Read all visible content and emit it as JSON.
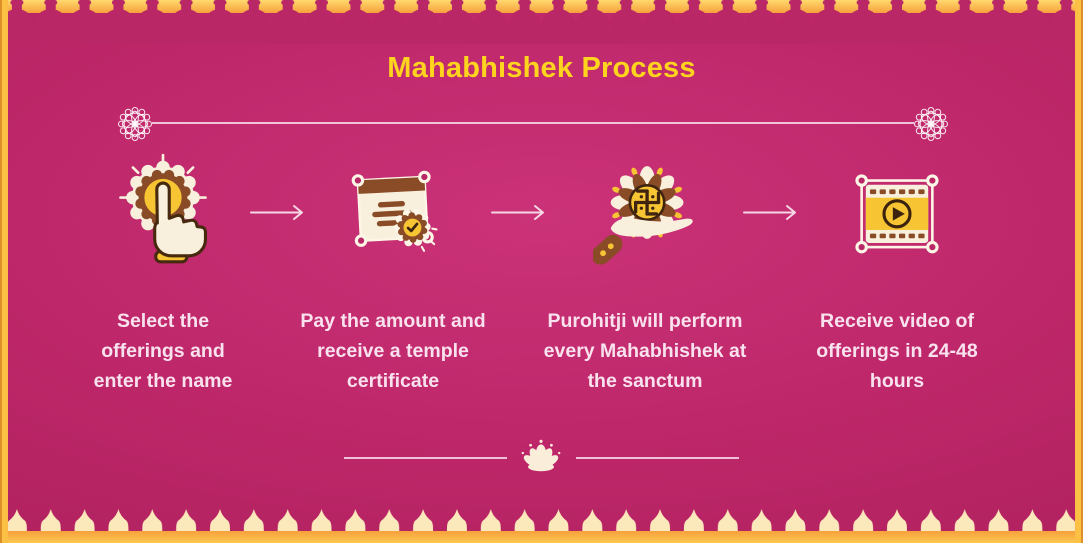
{
  "header": {
    "title": "Mahabhishek Process"
  },
  "steps": [
    {
      "icon": "tap-offering-icon",
      "caption": "Select the offerings and enter the name"
    },
    {
      "icon": "certificate-icon",
      "caption": "Pay the amount and receive a temple certificate"
    },
    {
      "icon": "purohit-offering-hand-icon",
      "caption": "Purohitji will perform every Mahabhishek at the sanctum"
    },
    {
      "icon": "video-reel-icon",
      "caption": "Receive video of offerings in 24-48 hours"
    }
  ],
  "decorations": {
    "top_border": "kalash-scallop-border",
    "bottom_border": "temple-spire-border",
    "divider_flowers": "mandala-icon",
    "footer_flower": "lotus-icon",
    "connector": "right-arrow-icon"
  },
  "colors": {
    "background_magenta": "#b92766",
    "frame_gold": "#fbbe44",
    "title_yellow": "#ffd41e",
    "icon_cream": "#f8efdc",
    "icon_brown": "#8a4b27",
    "icon_yellow": "#f7c433",
    "caption_text": "#f9e2ee"
  }
}
